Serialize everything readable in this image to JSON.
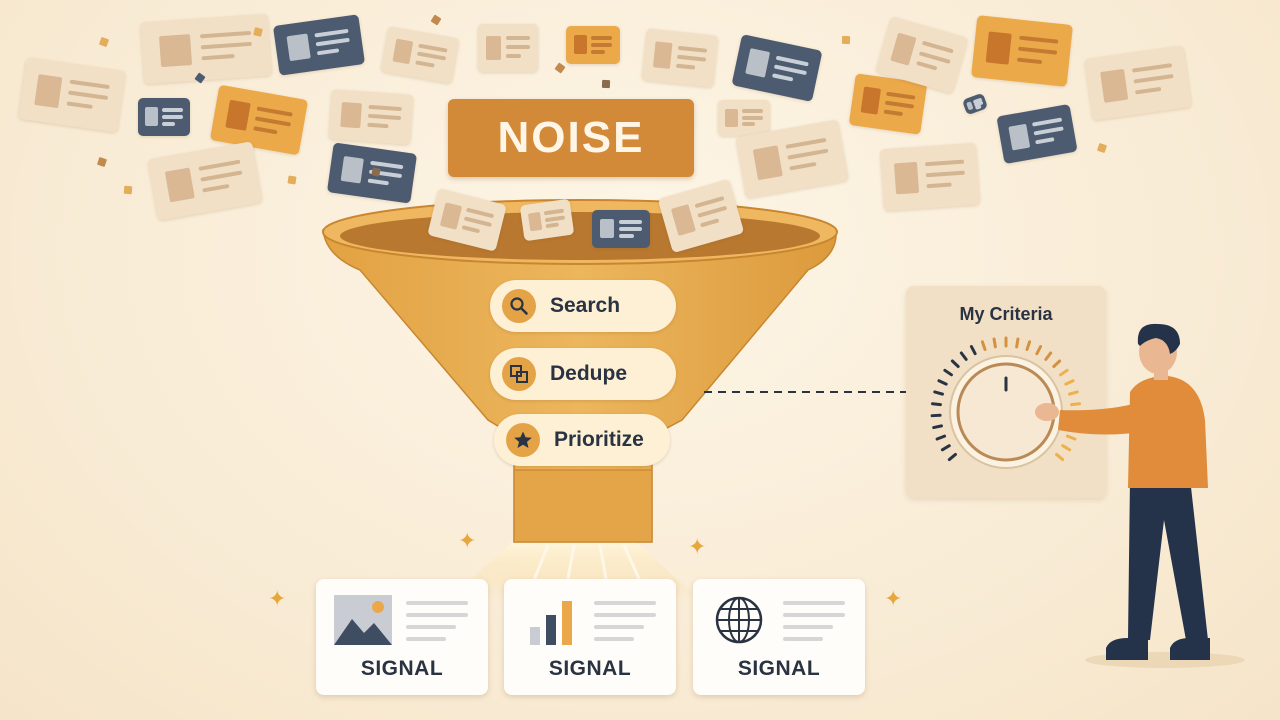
{
  "noise_label": "NOISE",
  "funnel_steps": [
    {
      "label": "Search",
      "icon": "magnifier-icon"
    },
    {
      "label": "Dedupe",
      "icon": "overlapping-squares-icon"
    },
    {
      "label": "Prioritize",
      "icon": "star-icon"
    }
  ],
  "signal_cards": [
    {
      "label": "SIGNAL",
      "icon": "image-icon"
    },
    {
      "label": "SIGNAL",
      "icon": "bar-chart-icon"
    },
    {
      "label": "SIGNAL",
      "icon": "globe-icon"
    }
  ],
  "criteria_panel": {
    "title": "My Criteria",
    "control": "dial-icon"
  },
  "colors": {
    "funnel": "#e5a84a",
    "accent_orange": "#d38a38",
    "navy": "#4c5b70",
    "text_dark": "#2a3342",
    "background": "#fbf1e0"
  }
}
